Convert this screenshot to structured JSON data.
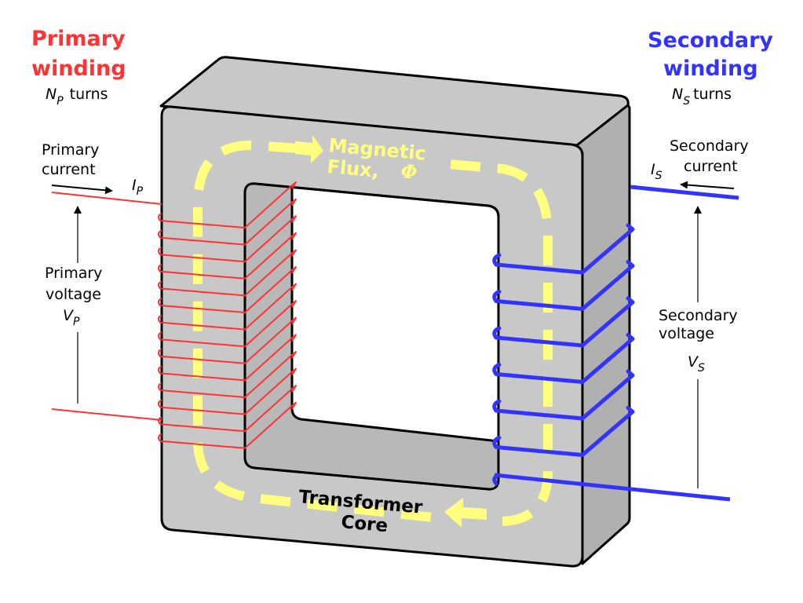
{
  "title": "Transformer diagram",
  "colors": {
    "primary": "#ff3333",
    "secondary": "#3333ff",
    "flux": "#ffff80",
    "core_front": "#c8c8c8",
    "core_side": "#b0b0b0",
    "core_inner": "#b8b8b8"
  },
  "primary": {
    "title_line1": "Primary",
    "title_line2": "winding",
    "turns_symbol": "N",
    "turns_subscript": "P",
    "turns_text": "turns",
    "current_line1": "Primary",
    "current_line2": "current",
    "current_symbol": "I",
    "current_subscript": "P",
    "voltage_line1": "Primary",
    "voltage_line2": "voltage",
    "voltage_symbol": "V",
    "voltage_subscript": "P",
    "turn_count": 14
  },
  "secondary": {
    "title_line1": "Secondary",
    "title_line2": "winding",
    "turns_symbol": "N",
    "turns_subscript": "S",
    "turns_text": "turns",
    "current_line1": "Secondary",
    "current_line2": "current",
    "current_symbol": "I",
    "current_subscript": "S",
    "voltage_line1": "Secondary",
    "voltage_line2": "voltage",
    "voltage_symbol": "V",
    "voltage_subscript": "S",
    "turn_count": 7
  },
  "flux": {
    "line1": "Magnetic",
    "line2": "Flux,",
    "symbol": "Φ"
  },
  "core": {
    "line1": "Transformer",
    "line2": "Core"
  }
}
